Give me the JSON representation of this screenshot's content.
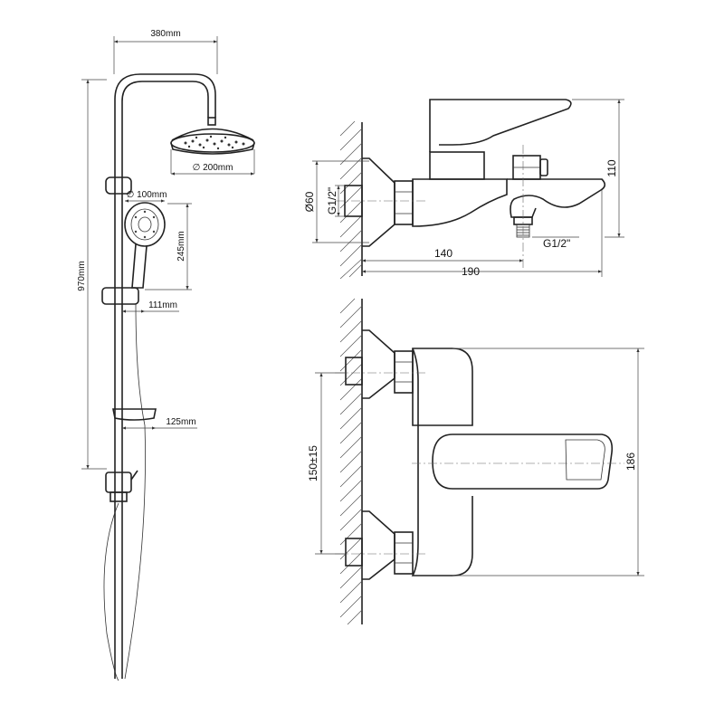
{
  "shower_column": {
    "width_label": "380mm",
    "height_label": "970mm",
    "head_diameter_label": "∅ 200mm",
    "handshower_diameter_label": "∅ 100mm",
    "handshower_length_label": "245mm",
    "holder_offset_label": "111mm",
    "soap_dish_offset_label": "125mm"
  },
  "mixer_side_view": {
    "wall_flange_label": "Ø60",
    "inlet_thread_label": "G1/2\"",
    "outlet_thread_label": "G1/2\"",
    "height_label": "110",
    "outlet_depth_label": "140",
    "spout_depth_label": "190"
  },
  "mixer_top_view": {
    "inlet_spacing_label": "150±15",
    "width_label": "186"
  },
  "colors": {
    "line": "#222222",
    "background": "#ffffff"
  }
}
